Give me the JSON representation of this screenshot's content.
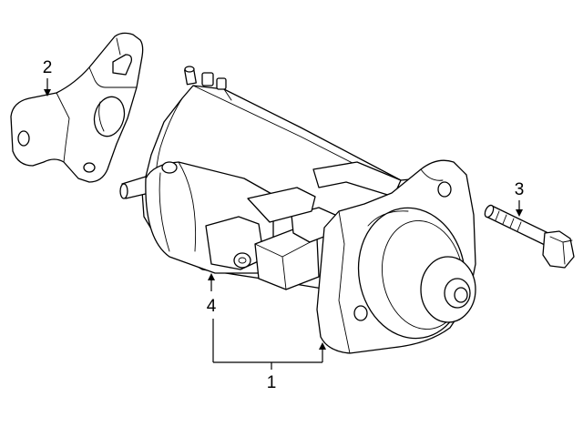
{
  "callouts": {
    "starter": "1",
    "bracket": "2",
    "bolt": "3",
    "solenoid": "4"
  }
}
